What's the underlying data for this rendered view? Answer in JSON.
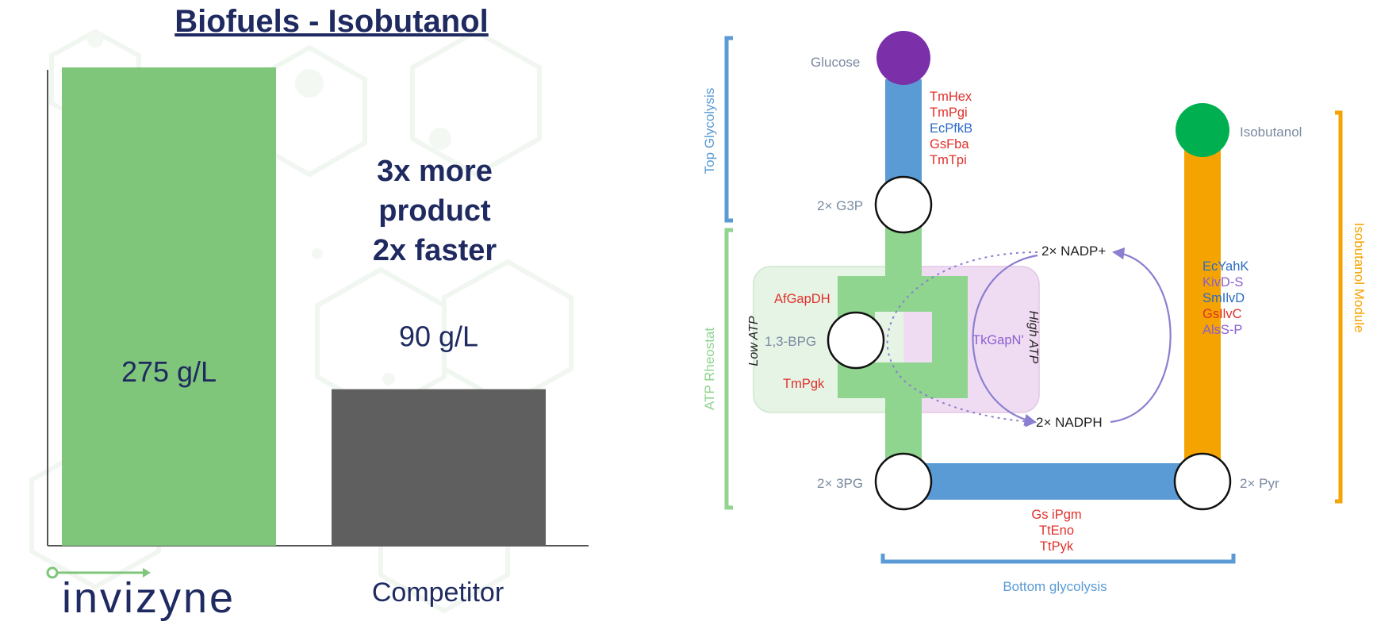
{
  "slide_title": "Biofuels - Isobutanol",
  "chart_data": {
    "type": "bar",
    "categories": [
      "invizyne",
      "Competitor"
    ],
    "values": [
      275,
      90
    ],
    "ylim": [
      0,
      275
    ],
    "data_labels": [
      "275 g/L",
      "90 g/L"
    ],
    "colors": [
      "#7fc67b",
      "#5f5f5f"
    ],
    "grid": false
  },
  "annotation": {
    "line1": "3x more",
    "line2": "product",
    "line3": "2x faster"
  },
  "competitor_label": "Competitor",
  "logo_text": "invizyne",
  "colors": {
    "title_navy": "#1f2a60",
    "blue_path": "#5b9bd5",
    "green_path": "#8fd48f",
    "orange_path": "#f5a300",
    "glucose": "#7b2fa8",
    "isobutanol": "#00b050",
    "enzyme_red": "#e0302a",
    "enzyme_blue": "#2b6cc4",
    "enzyme_purple": "#8a5fd0",
    "module_gray": "#7a8aa0"
  },
  "diagram": {
    "metabolites": {
      "glucose": "Glucose",
      "g3p": "2× G3P",
      "bpg": "1,3-BPG",
      "pg3": "2× 3PG",
      "pyr": "2× Pyr",
      "isobutanol": "Isobutanol",
      "nadp": "2× NADP+",
      "nadph": "2× NADPH"
    },
    "modules": {
      "top": "Top Glycolysis",
      "atp": "ATP Rheostat",
      "bottom": "Bottom glycolysis",
      "isobutanol": "Isobutanol Module",
      "low_atp": "Low ATP",
      "high_atp": "High ATP"
    },
    "enzymes": {
      "top": [
        {
          "name": "TmHex",
          "color": "red"
        },
        {
          "name": "TmPgi",
          "color": "red"
        },
        {
          "name": "EcPfkB",
          "color": "blue"
        },
        {
          "name": "GsFba",
          "color": "red"
        },
        {
          "name": "TmTpi",
          "color": "red"
        }
      ],
      "rheostat": [
        {
          "name": "AfGapDH",
          "color": "red"
        },
        {
          "name": "TmPgk",
          "color": "red"
        },
        {
          "name": "TkGapN'",
          "color": "purple"
        }
      ],
      "bottom": [
        {
          "name": "Gs iPgm",
          "color": "red"
        },
        {
          "name": "TtEno",
          "color": "red"
        },
        {
          "name": "TtPyk",
          "color": "red"
        }
      ],
      "isobutanol": [
        {
          "name": "EcYahK",
          "color": "blue"
        },
        {
          "name": "KivD-S",
          "color": "purple"
        },
        {
          "name": "SmIlvD",
          "color": "blue"
        },
        {
          "name": "GsIlvC",
          "color": "red"
        },
        {
          "name": "AlsS-P",
          "color": "purple"
        }
      ]
    }
  }
}
